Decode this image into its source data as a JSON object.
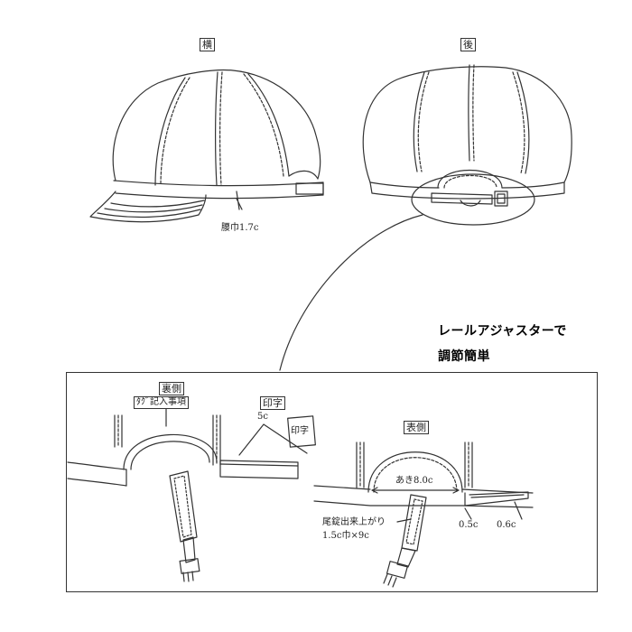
{
  "views": {
    "side_label": "横",
    "back_label": "後"
  },
  "callouts": {
    "band_width": "腰巾1.7c",
    "rail_adjuster_line1": "レールアジャスターで",
    "rail_adjuster_line2": "調節簡単"
  },
  "detail": {
    "inner_side_label": "裏側",
    "tag_text": "ﾀｸﾞ記入事項",
    "print_label": "印字",
    "print_offset": "5c",
    "print_box_text": "印字",
    "outer_side_label": "表側",
    "opening": "あき8.0c",
    "strap_line1": "尾錠出来上がり",
    "strap_line2": "1.5c巾×9c",
    "dim_a": "0.5c",
    "dim_b": "0.6c"
  },
  "colors": {
    "line": "#333333",
    "background": "#ffffff"
  }
}
